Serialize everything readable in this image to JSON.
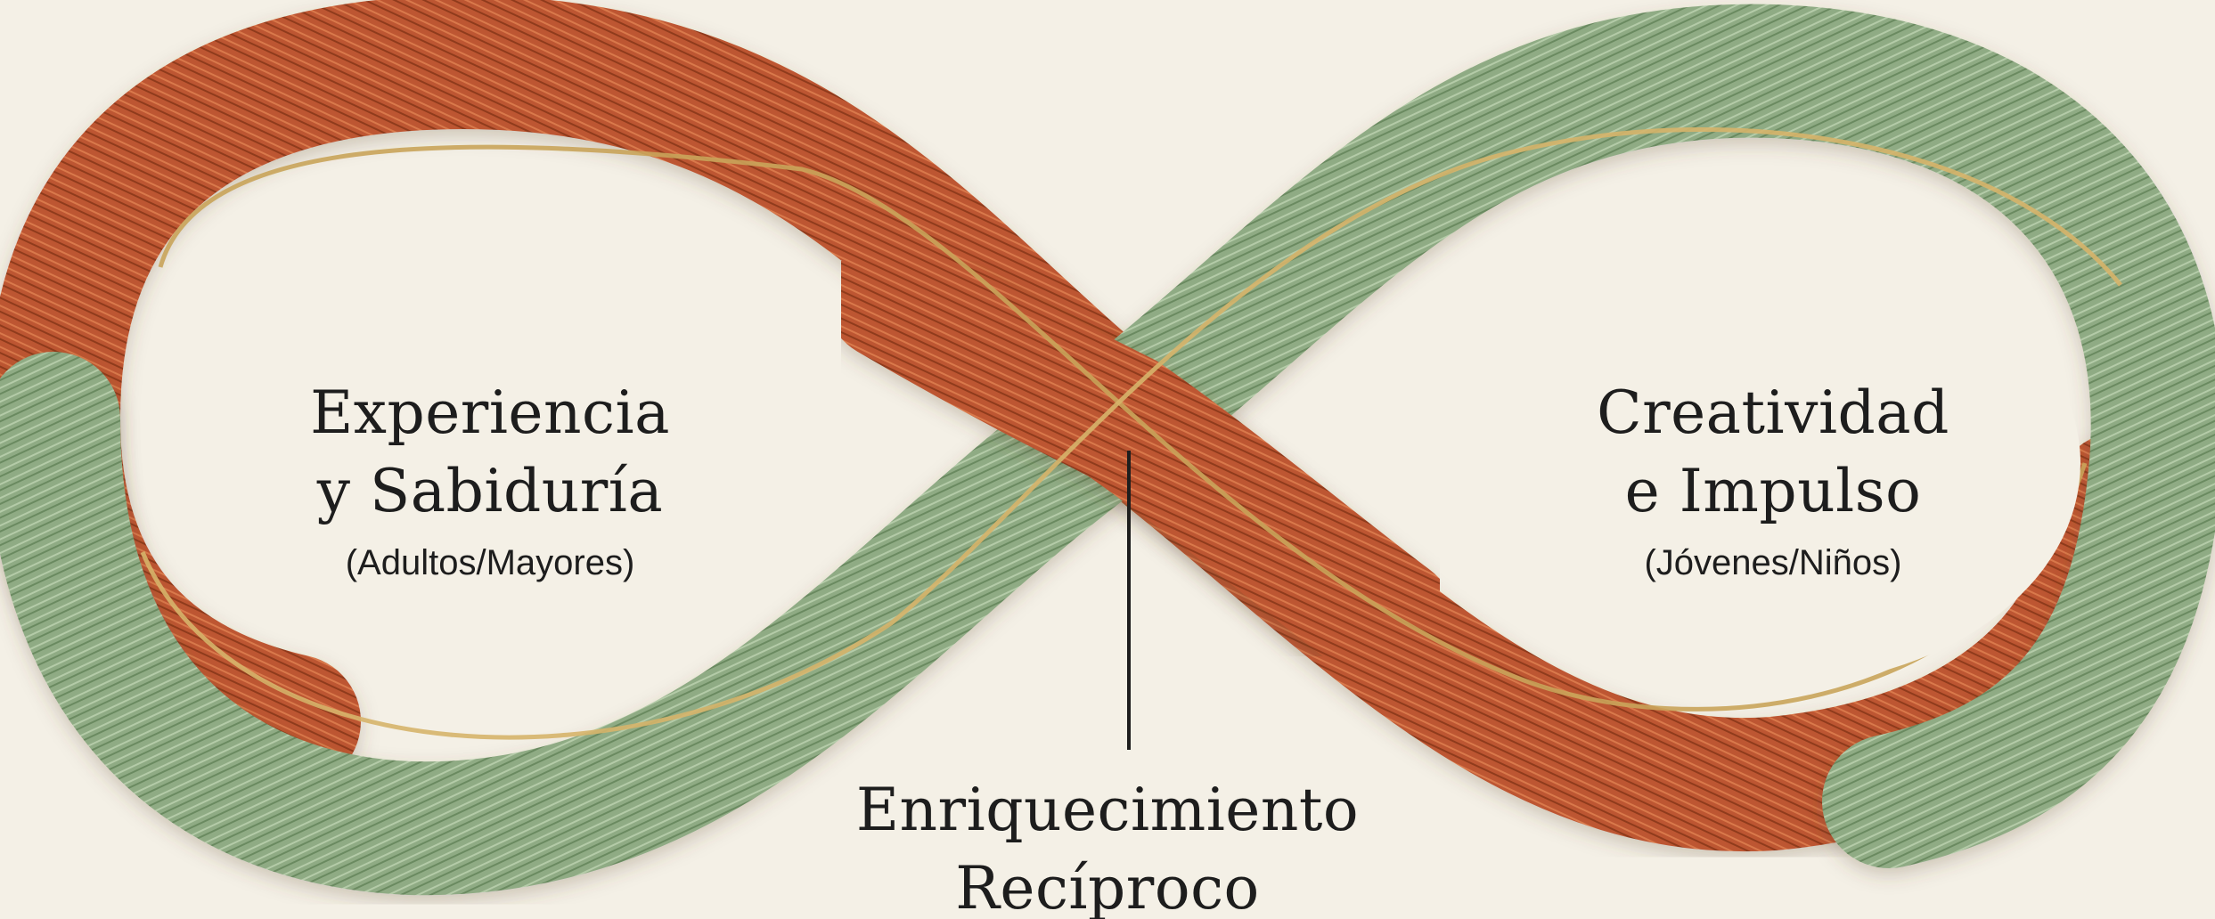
{
  "left_label": {
    "line1": "Experiencia",
    "line2": "y Sabiduría",
    "sub": "(Adultos/Mayores)"
  },
  "right_label": {
    "line1": "Creatividad",
    "line2": "e Impulso",
    "sub": "(Jóvenes/Niños)"
  },
  "center_label": {
    "line1": "Enriquecimiento",
    "line2": "Recíproco"
  },
  "colors": {
    "background": "#f4f0e6",
    "terracotta_strand": "#c05a34",
    "sage_strand": "#8fab84",
    "gold_thread": "#c9a45a",
    "text": "#1d1d1d"
  }
}
